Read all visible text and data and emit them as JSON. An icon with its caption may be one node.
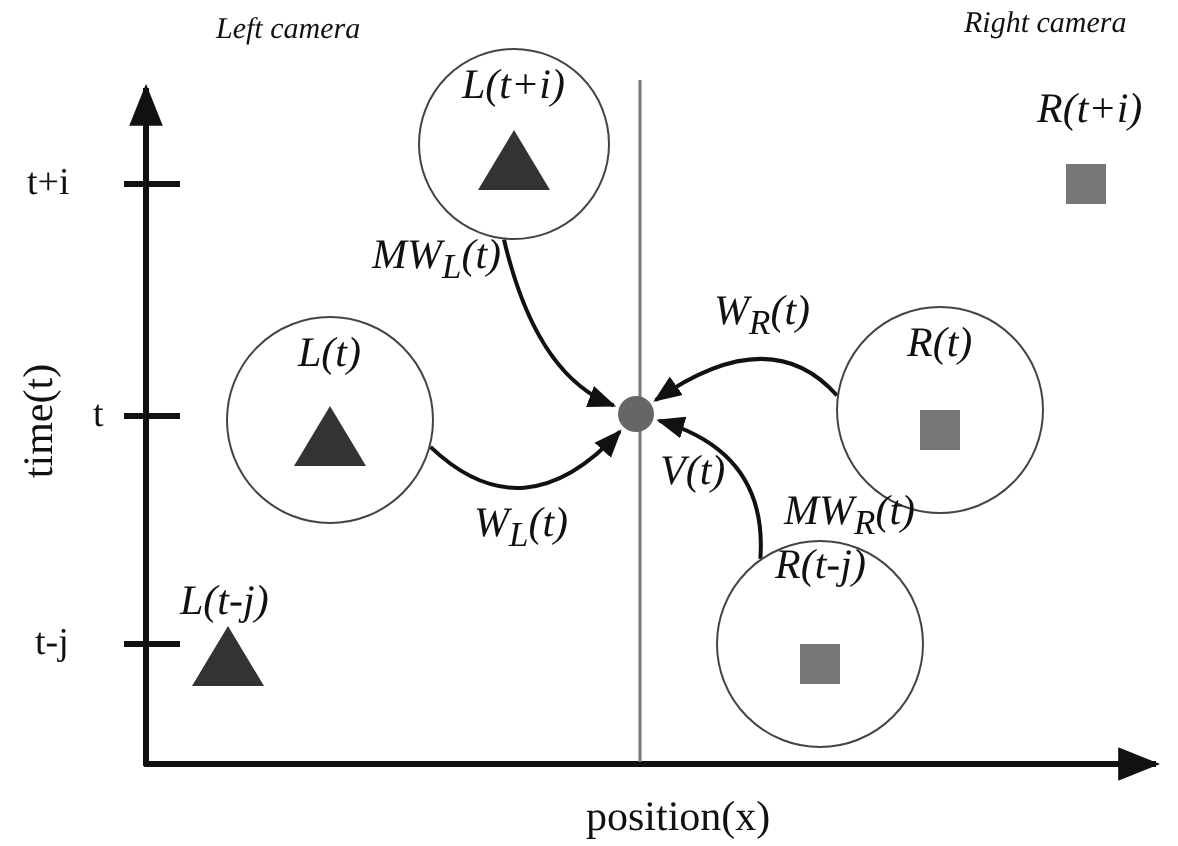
{
  "diagram": {
    "nodes": [
      {
        "text": [
          "L(t+i)"
        ]
      },
      {
        "text": [
          "L(t)"
        ]
      },
      {
        "text": [
          "R(t)"
        ]
      },
      {
        "text": [
          "R(t-j)"
        ]
      },
      {
        "text": [
          "V(t)"
        ]
      }
    ],
    "edges": [
      {
        "from": 0,
        "to": 4,
        "arrow": "to",
        "label": "MW$_{L}$(t)"
      },
      {
        "from": 1,
        "to": 4,
        "arrow": "to",
        "label": "W$_{L}$(t)"
      },
      {
        "from": 2,
        "to": 4,
        "arrow": "to",
        "label": "W$_{R}$(t)"
      },
      {
        "from": 3,
        "to": 4,
        "arrow": "to",
        "label": "MW$_{R}$(t)"
      }
    ],
    "labels": [
      "Left camera",
      "Right camera",
      "R(t+i)",
      "t+i",
      "t",
      "L(t-j)",
      "t-j",
      "time(t)",
      "position(x)"
    ]
  }
}
